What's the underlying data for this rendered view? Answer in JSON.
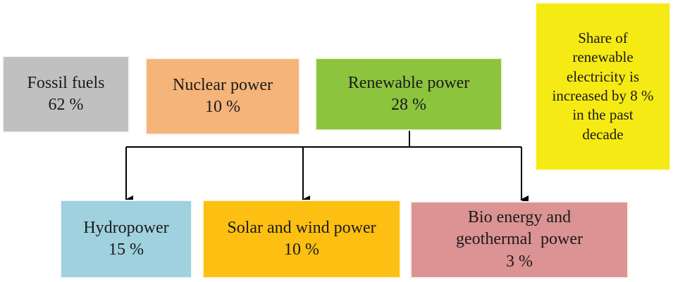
{
  "top_row": {
    "fossil": {
      "label": "Fossil fuels",
      "value": "62 %",
      "color": "#c0c0c0"
    },
    "nuclear": {
      "label": "Nuclear power",
      "value": "10 %",
      "color": "#f5b47a"
    },
    "renewable": {
      "label": "Renewable power",
      "value": "28 %",
      "color": "#8cc43e"
    }
  },
  "note": {
    "lines": [
      "Share of",
      "renewable",
      "electricity is",
      "increased by 8 %",
      "in the past",
      "decade"
    ],
    "color": "#f5ea13"
  },
  "bottom_row": {
    "hydro": {
      "label": "Hydropower",
      "value": "15 %",
      "color": "#9fd1df"
    },
    "solar_wind": {
      "label": "Solar and wind power",
      "value": "10 %",
      "color": "#fcbf12"
    },
    "bio_geo": {
      "label_line1": "Bio energy and",
      "label_line2": "geothermal  power",
      "value": "3 %",
      "color": "#db9393"
    }
  },
  "connector_color": "#000000"
}
